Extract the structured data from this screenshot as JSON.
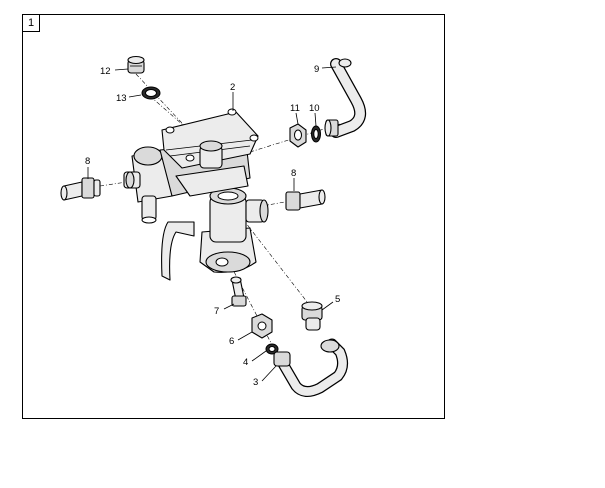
{
  "figure": {
    "number": "1"
  },
  "callouts": [
    {
      "id": "c12",
      "text": "12"
    },
    {
      "id": "c13",
      "text": "13"
    },
    {
      "id": "c2",
      "text": "2"
    },
    {
      "id": "c9",
      "text": "9"
    },
    {
      "id": "c11",
      "text": "11"
    },
    {
      "id": "c10",
      "text": "10"
    },
    {
      "id": "c8a",
      "text": "8"
    },
    {
      "id": "c8b",
      "text": "8"
    },
    {
      "id": "c5",
      "text": "5"
    },
    {
      "id": "c7",
      "text": "7"
    },
    {
      "id": "c6",
      "text": "6"
    },
    {
      "id": "c4",
      "text": "4"
    },
    {
      "id": "c3",
      "text": "3"
    }
  ],
  "colors": {
    "line": "#000000",
    "fill_light": "#ececec",
    "fill_mid": "#dadada",
    "fill_dark": "#2a2a2a"
  }
}
